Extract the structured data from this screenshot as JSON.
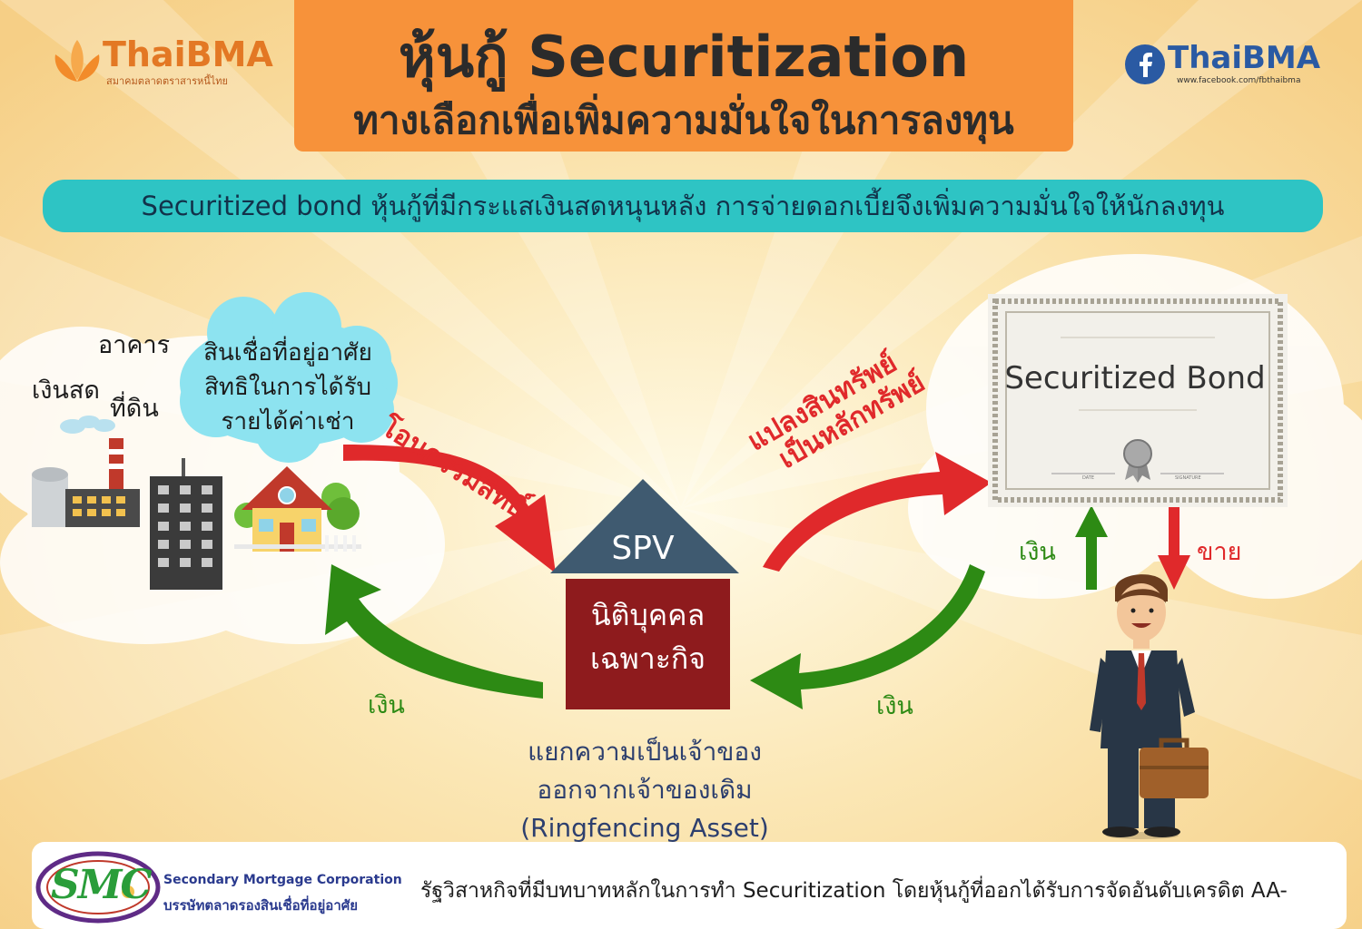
{
  "header": {
    "title_line1": "หุ้นกู้ Securitization",
    "title_line2": "ทางเลือกเพื่อเพิ่มความมั่นใจในการลงทุน",
    "logo_name": "ThaiBMA",
    "logo_subtitle": "สมาคมตลาดตราสารหนี้ไทย",
    "facebook_name": "ThaiBMA",
    "facebook_url": "www.facebook.com/fbthaibma"
  },
  "subtitle": "Securitized bond หุ้นกู้ที่มีกระแสเงินสดหนุนหลัง การจ่ายดอกเบี้ยจึงเพิ่มความมั่นใจให้นักลงทุน",
  "assets": {
    "building": "อาคาร",
    "cash": "เงินสด",
    "land": "ที่ดิน",
    "bubble_line1": "สินเชื่อที่อยู่อาศัย",
    "bubble_line2": "สิทธิในการได้รับ",
    "bubble_line3": "รายได้ค่าเช่า"
  },
  "flows": {
    "transfer_ownership": "โอนกรรมสิทธิ์",
    "convert_line1": "แปลงสินทรัพย์",
    "convert_line2": "เป็นหลักทรัพย์",
    "money_left": "เงิน",
    "money_right": "เงิน",
    "money_investor": "เงิน",
    "sell": "ขาย"
  },
  "spv": {
    "label": "SPV",
    "name_line1": "นิติบุคคล",
    "name_line2": "เฉพาะกิจ",
    "note_line1": "แยกความเป็นเจ้าของ",
    "note_line2": "ออกจากเจ้าของเดิม",
    "note_line3": "(Ringfencing Asset)"
  },
  "certificate": {
    "title": "Securitized Bond",
    "date_label": "DATE",
    "signature_label": "SIGNATURE"
  },
  "footer": {
    "logo_letters": "SMC",
    "org_en": "Secondary Mortgage Corporation",
    "org_th": "บรรษัทตลาดรองสินเชื่อที่อยู่อาศัย",
    "description": "รัฐวิสาหกิจที่มีบทบาทหลักในการทำ Securitization โดยหุ้นกู้ที่ออกได้รับการจัดอันดับเครดิต AA-"
  },
  "colors": {
    "orange": "#f7923a",
    "teal": "#2ec4c4",
    "spv_roof": "#3f5a70",
    "spv_body": "#8e1b1d",
    "arrow_red": "#e0292b",
    "arrow_green": "#2d8a14"
  }
}
